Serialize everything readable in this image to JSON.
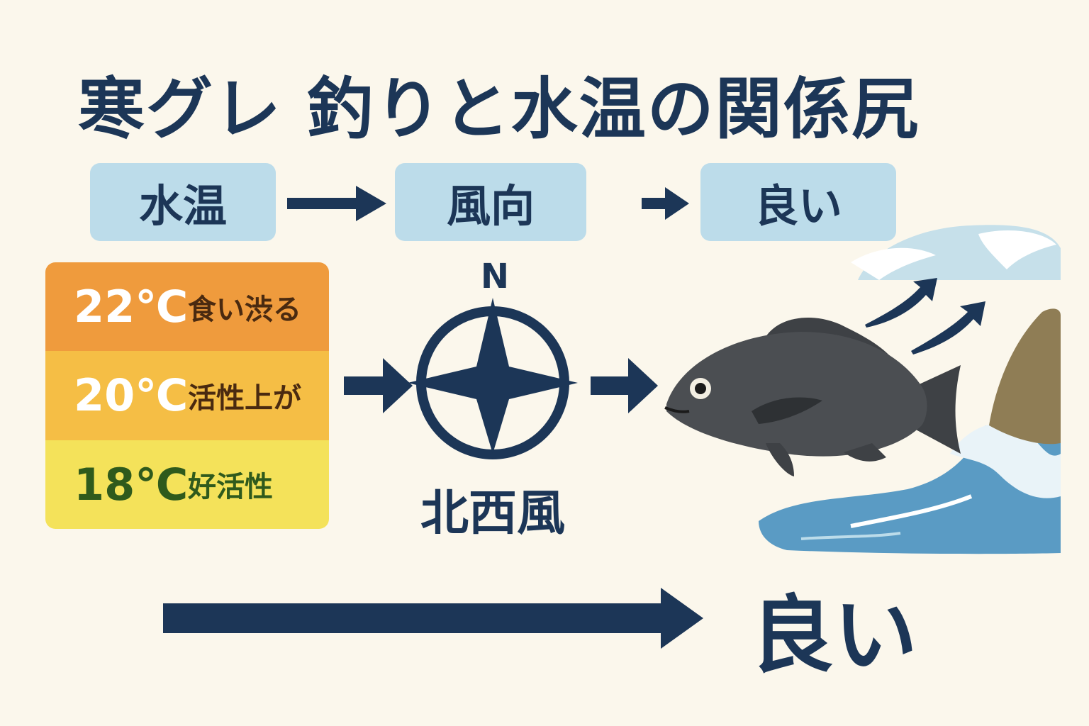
{
  "title": "寒グレ 釣りと水温の関係尻",
  "flow": {
    "steps": [
      "水温",
      "風向",
      "良い"
    ]
  },
  "temperature_table": [
    {
      "temp": "22℃",
      "note": "食い渋る",
      "bg": "#ef9b3d",
      "temp_color": "#ffffff",
      "note_color": "#4a2a10"
    },
    {
      "temp": "20℃",
      "note": "活性上が",
      "bg": "#f5be45",
      "temp_color": "#ffffff",
      "note_color": "#4a2a10"
    },
    {
      "temp": "18℃",
      "note": "好活性",
      "bg": "#f4e25a",
      "temp_color": "#2f5a1c",
      "note_color": "#2f5a1c"
    }
  ],
  "compass": {
    "north_label": "N",
    "wind_label": "北西風"
  },
  "result_label": "良い",
  "colors": {
    "navy": "#1c3657",
    "box": "#bcdcea",
    "background": "#fbf7ec",
    "sea": "#5a9bc4",
    "fish": "#4b4e52",
    "rock": "#8f7d55"
  },
  "icons": [
    "compass-icon",
    "fish-icon",
    "wave-icon",
    "rock-icon",
    "wind-arrow-icon"
  ]
}
